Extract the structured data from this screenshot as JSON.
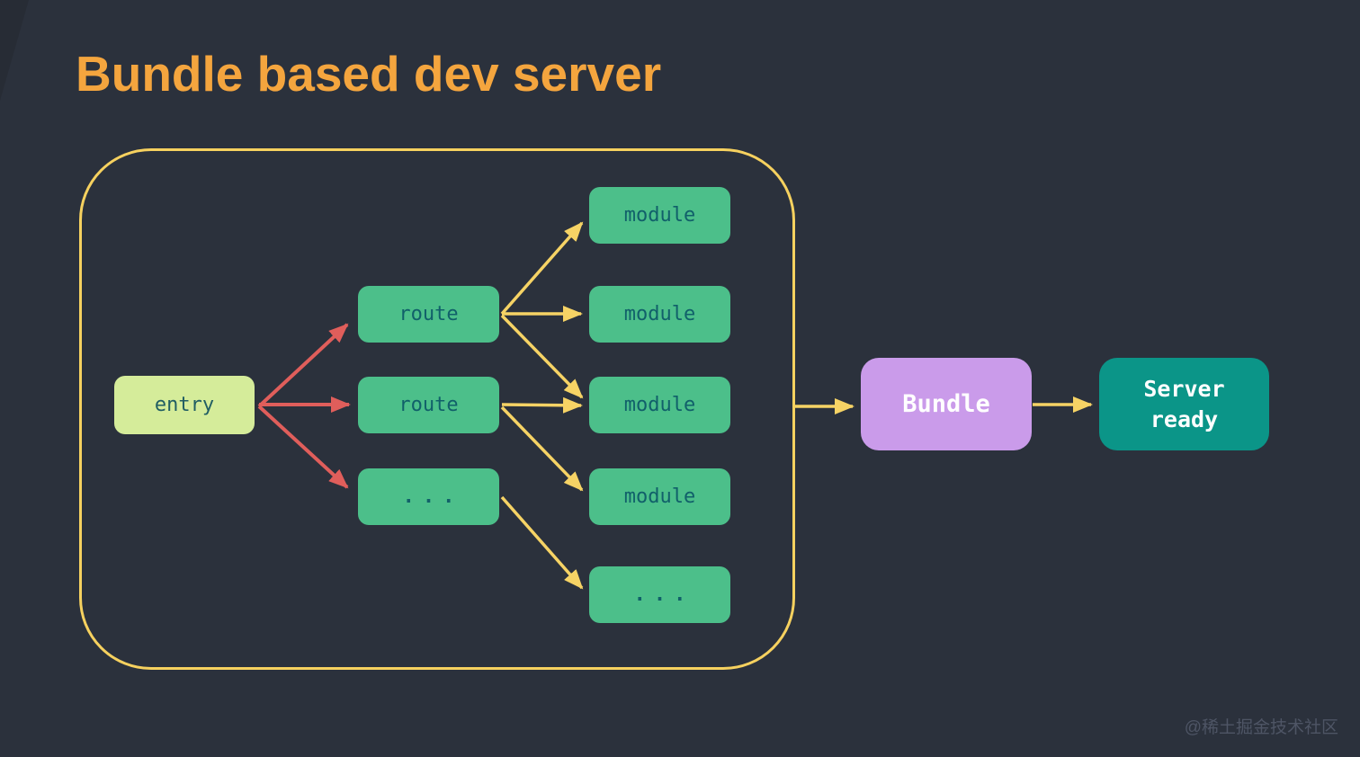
{
  "title": "Bundle based dev server",
  "watermark": "@稀土掘金技术社区",
  "colors": {
    "background": "#2b313c",
    "title": "#f4a53e",
    "container_border": "#f6d15f",
    "arrow_red": "#e05e5b",
    "arrow_yellow": "#f6d365",
    "entry_bg": "#d5ec9a",
    "green_node_bg": "#4cbf8a",
    "green_node_text": "#11606a",
    "bundle_bg": "#ca9bea",
    "server_bg": "#0b9588"
  },
  "nodes": {
    "entry": {
      "label": "entry"
    },
    "route1": {
      "label": "route"
    },
    "route2": {
      "label": "route"
    },
    "more_routes": {
      "label": "..."
    },
    "module1": {
      "label": "module"
    },
    "module2": {
      "label": "module"
    },
    "module3": {
      "label": "module"
    },
    "module4": {
      "label": "module"
    },
    "more_modules": {
      "label": "..."
    },
    "bundle": {
      "label": "Bundle"
    },
    "server": {
      "label": "Server ready"
    }
  },
  "edges": [
    {
      "from": "entry",
      "to": "route1",
      "color": "#e05e5b"
    },
    {
      "from": "entry",
      "to": "route2",
      "color": "#e05e5b"
    },
    {
      "from": "entry",
      "to": "more_routes",
      "color": "#e05e5b"
    },
    {
      "from": "route1",
      "to": "module1",
      "color": "#f6d365"
    },
    {
      "from": "route1",
      "to": "module2",
      "color": "#f6d365"
    },
    {
      "from": "route1",
      "to": "module3",
      "color": "#f6d365"
    },
    {
      "from": "route2",
      "to": "module3",
      "color": "#f6d365"
    },
    {
      "from": "route2",
      "to": "module4",
      "color": "#f6d365"
    },
    {
      "from": "more_routes",
      "to": "more_modules",
      "color": "#f6d365"
    },
    {
      "from": "container",
      "to": "bundle",
      "color": "#f6d365"
    },
    {
      "from": "bundle",
      "to": "server",
      "color": "#f6d365"
    }
  ]
}
